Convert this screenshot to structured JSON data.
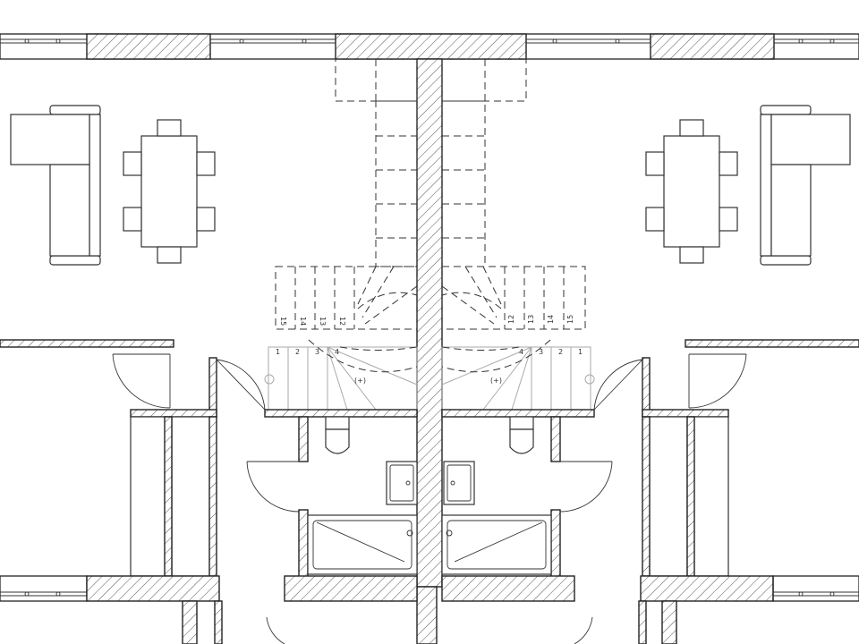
{
  "plan": {
    "stair_left": {
      "lower_steps": [
        "1",
        "2",
        "3",
        "4"
      ],
      "upper_steps": [
        "15",
        "14",
        "13",
        "12"
      ],
      "mark": "(+)"
    },
    "stair_right": {
      "lower_steps": [
        "1",
        "2",
        "3",
        "4"
      ],
      "upper_steps": [
        "15",
        "14",
        "13",
        "12"
      ],
      "mark": "(+)"
    }
  }
}
